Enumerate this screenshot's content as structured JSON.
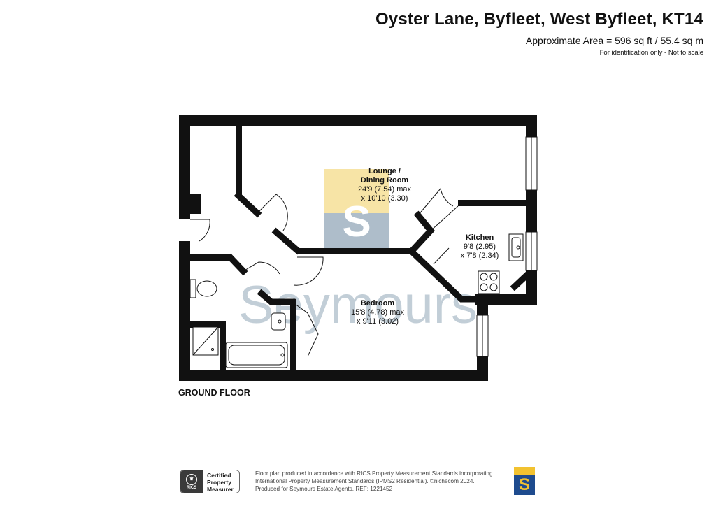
{
  "header": {
    "title": "Oyster Lane, Byfleet, West Byfleet, KT14",
    "area": "Approximate Area = 596 sq ft / 55.4 sq m",
    "note": "For identification only - Not to scale"
  },
  "rooms": {
    "lounge": {
      "name_line1": "Lounge /",
      "name_line2": "Dining Room",
      "dim1": "24'9 (7.54) max",
      "dim2": "x 10'10 (3.30)"
    },
    "kitchen": {
      "name": "Kitchen",
      "dim1": "9'8 (2.95)",
      "dim2": "x 7'8 (2.34)"
    },
    "bedroom": {
      "name": "Bedroom",
      "dim1": "15'8 (4.78) max",
      "dim2": "x 9'11 (3.02)"
    }
  },
  "floor_label": "GROUND FLOOR",
  "watermark": "Seymours",
  "rics": {
    "line1": "Certified",
    "line2": "Property",
    "line3": "Measurer",
    "logo_text": "RICS"
  },
  "footer": {
    "line1": "Floor plan produced in accordance with RICS Property Measurement Standards incorporating",
    "line2": "International Property Measurement Standards (IPMS2 Residential).  ©nichecom 2024.",
    "line3": "Produced for Seymours Estate Agents.   REF:  1221452"
  },
  "colors": {
    "wall": "#111111",
    "logo_blue": "#1e4b8e",
    "logo_gold": "#f2c230",
    "watermark_blue": "#aebdca",
    "watermark_gold": "#f7e4a6"
  }
}
